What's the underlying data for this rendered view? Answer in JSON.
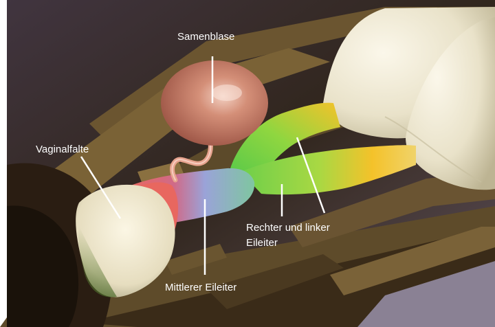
{
  "labels": {
    "seminal_vesicle": "Samenblase",
    "vaginal_fold": "Vaginalfalte",
    "lateral_oviducts_line1": "Rechter und linker",
    "lateral_oviducts_line2": "Eileiter",
    "median_oviduct": "Mittlerer Eileiter"
  },
  "colors": {
    "seminal_vesicle": "#c97a63",
    "vaginal_fold": "#eee6cc",
    "median_oviduct_red": "#e8675f",
    "median_oviduct_blue": "#9aa3d8",
    "oviduct_green": "#6fcf4a",
    "oviduct_yellow": "#f4c22a",
    "ovaries": "#e9e2c9",
    "background_dark": "#3a2a1a",
    "background_gray": "#7d6f85"
  }
}
